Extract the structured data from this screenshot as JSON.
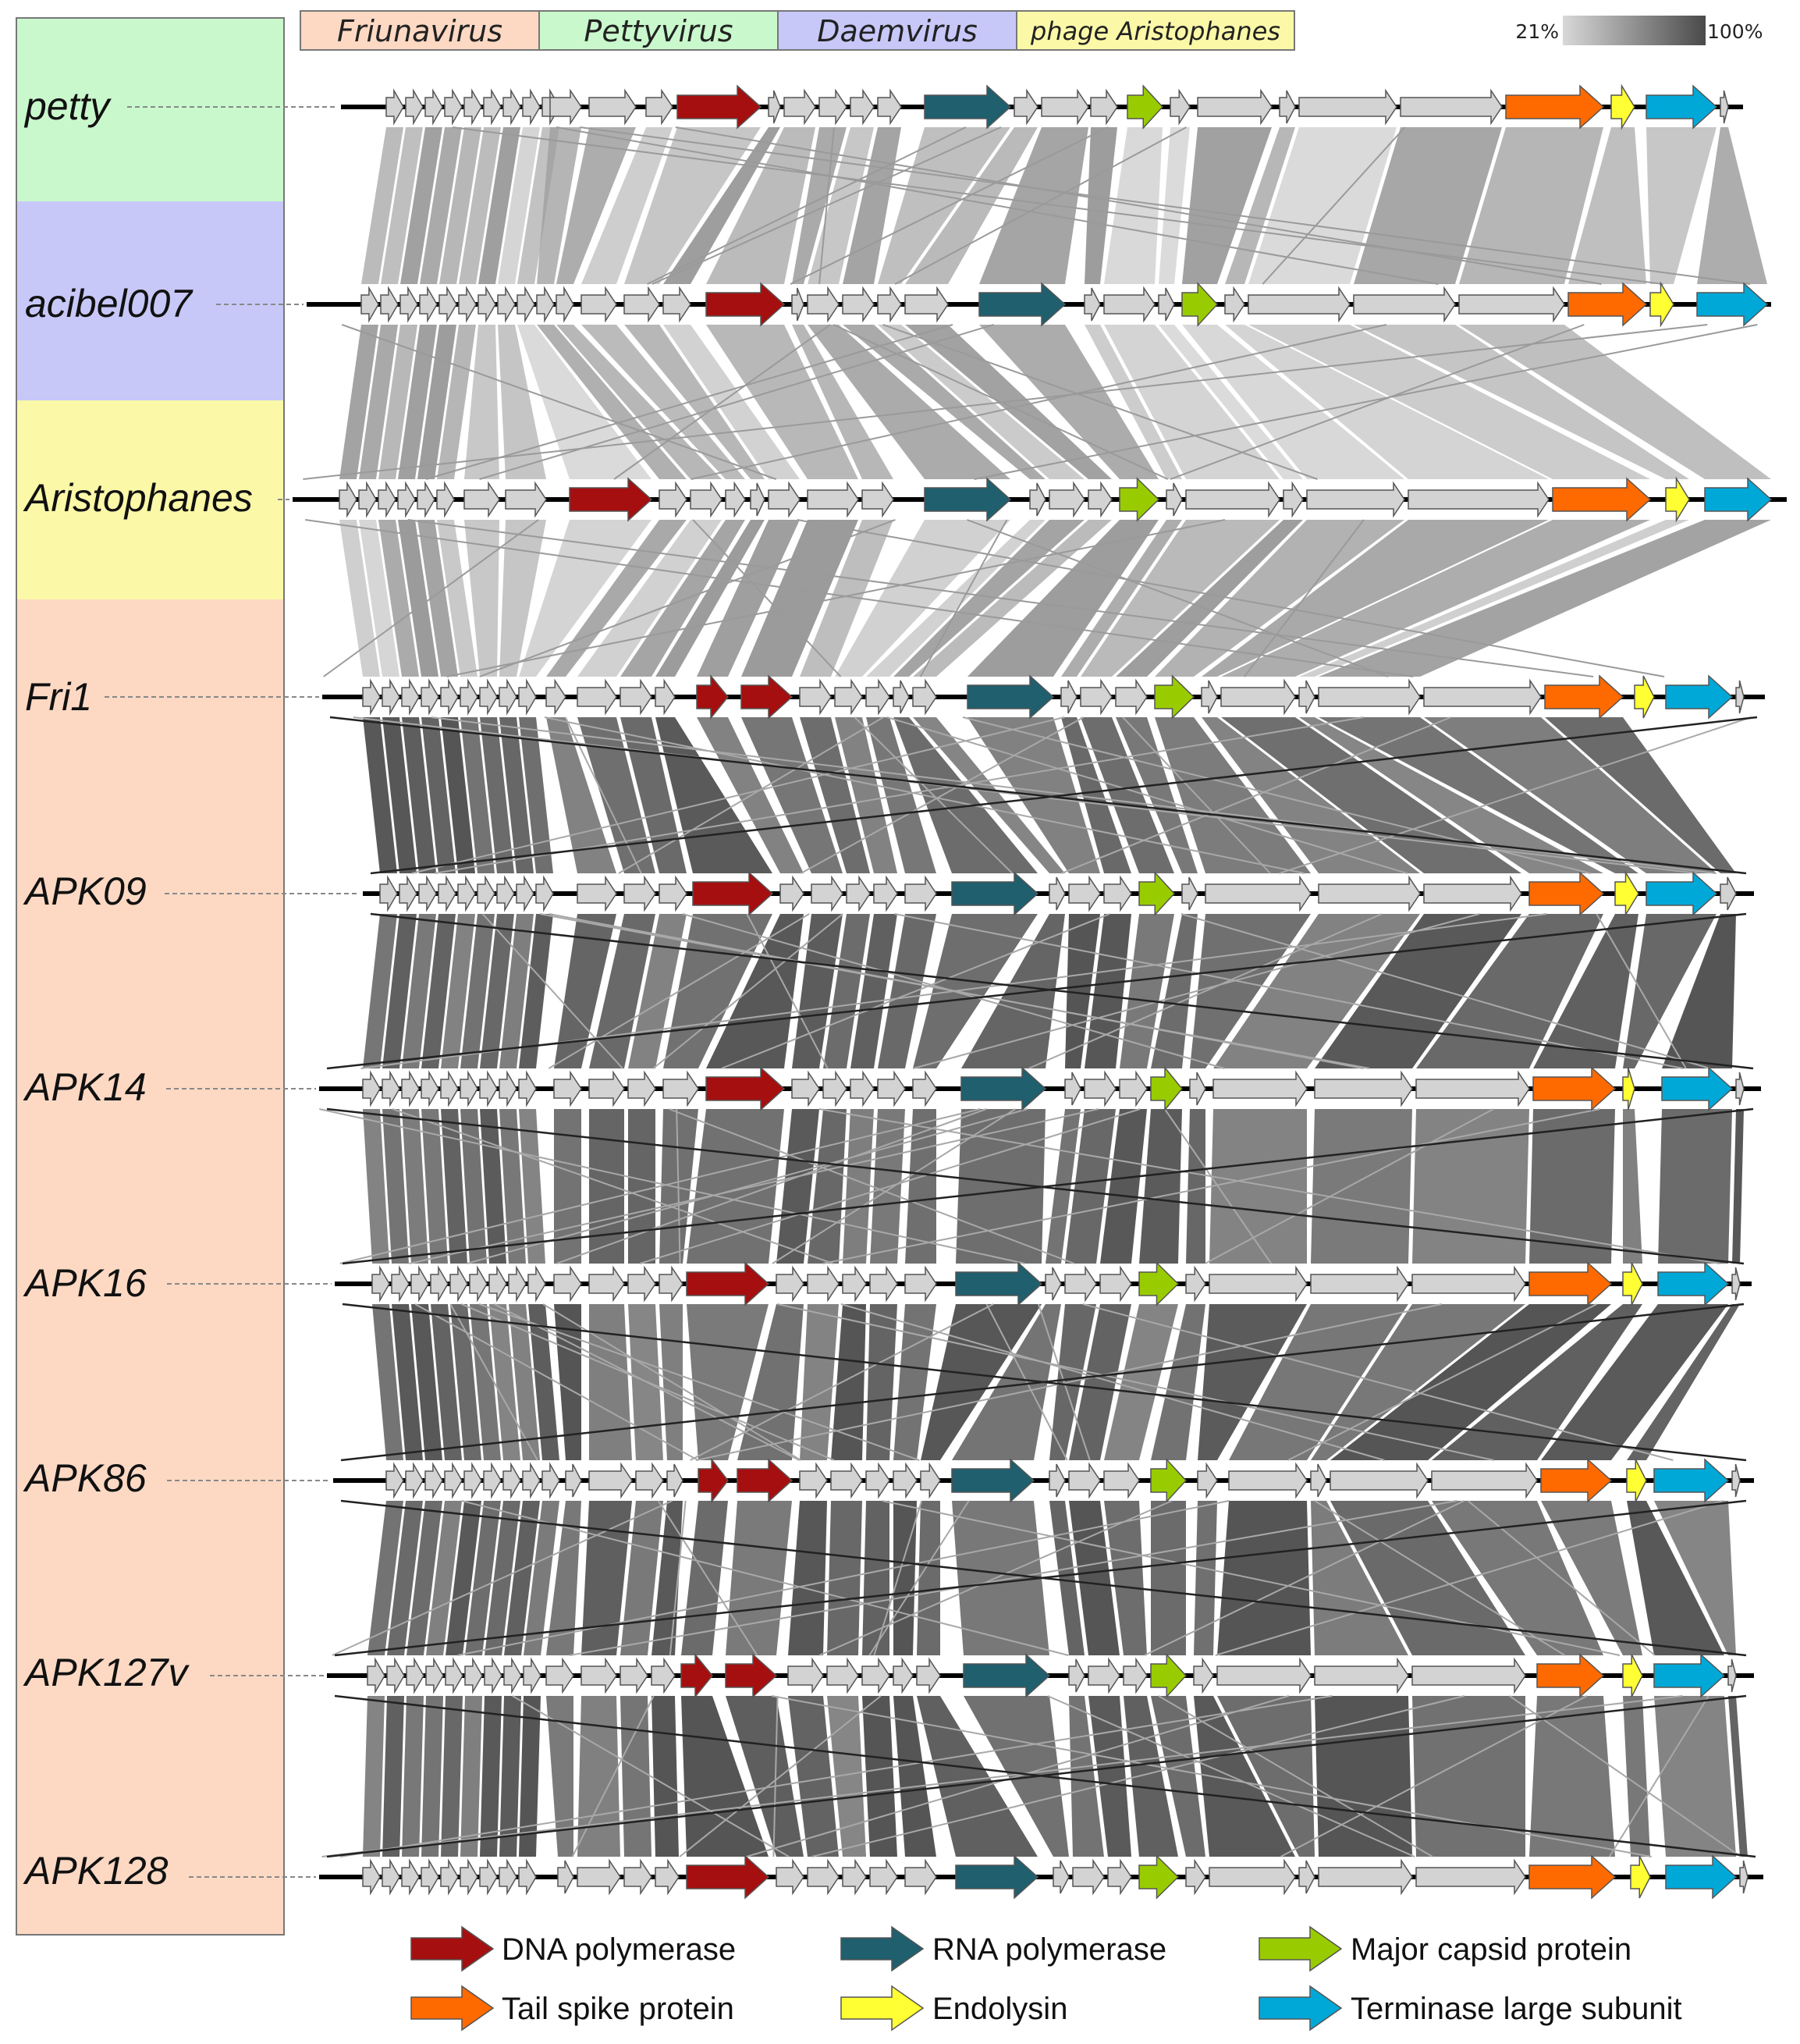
{
  "genus_key": [
    {
      "name": "Friunavirus",
      "color": "#fdd9c4"
    },
    {
      "name": "Pettyvirus",
      "color": "#c9f8cc"
    },
    {
      "name": "Daemvirus",
      "color": "#c7c8f8"
    },
    {
      "name": "phage Aristophanes",
      "color": "#fbf8a8"
    }
  ],
  "identity_scale": {
    "min_label": "21%",
    "max_label": "100%",
    "min_color": "#d8d8d8",
    "max_color": "#4a4a4a"
  },
  "phages": [
    {
      "name": "petty",
      "genus": "Pettyvirus"
    },
    {
      "name": "acibel007",
      "genus": "Daemvirus"
    },
    {
      "name": "Aristophanes",
      "genus": "phage Aristophanes"
    },
    {
      "name": "Fri1",
      "genus": "Friunavirus"
    },
    {
      "name": "APK09",
      "genus": "Friunavirus"
    },
    {
      "name": "APK14",
      "genus": "Friunavirus"
    },
    {
      "name": "APK16",
      "genus": "Friunavirus"
    },
    {
      "name": "APK86",
      "genus": "Friunavirus"
    },
    {
      "name": "APK127v",
      "genus": "Friunavirus"
    },
    {
      "name": "APK128",
      "genus": "Friunavirus"
    }
  ],
  "gene_functions": [
    {
      "label": "DNA polymerase",
      "color": "#a50f0f"
    },
    {
      "label": "RNA polymerase",
      "color": "#1f5f6e"
    },
    {
      "label": "Major capsid protein",
      "color": "#99cc00"
    },
    {
      "label": "Tail spike protein",
      "color": "#ff6a00"
    },
    {
      "label": "Endolysin",
      "color": "#ffff33"
    },
    {
      "label": "Terminase large subunit",
      "color": "#00a8d8"
    }
  ],
  "colors": {
    "hypothetical_gene": "#d3d3d3",
    "gene_outline": "#555555",
    "backbone": "#000000"
  }
}
